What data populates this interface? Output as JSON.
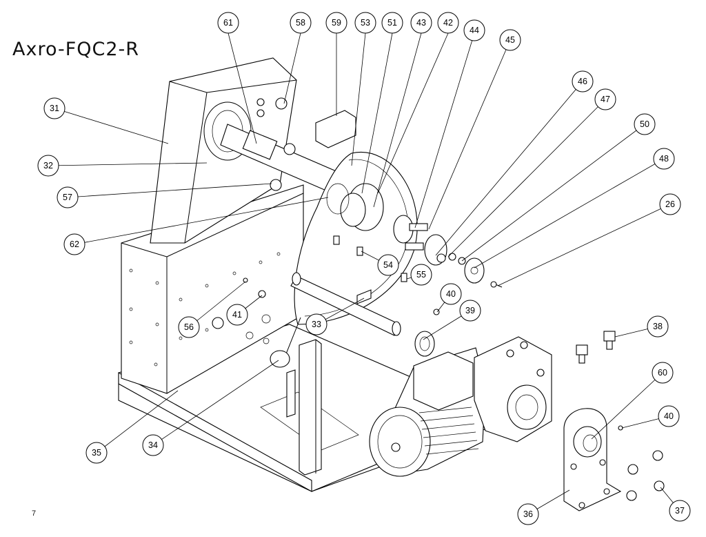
{
  "title": "Axro-FQC2-R",
  "page_number": "7",
  "callouts": [
    {
      "label": "61"
    },
    {
      "label": "58"
    },
    {
      "label": "59"
    },
    {
      "label": "53"
    },
    {
      "label": "51"
    },
    {
      "label": "43"
    },
    {
      "label": "42"
    },
    {
      "label": "44"
    },
    {
      "label": "45"
    },
    {
      "label": "46"
    },
    {
      "label": "47"
    },
    {
      "label": "50"
    },
    {
      "label": "48"
    },
    {
      "label": "26"
    },
    {
      "label": "31"
    },
    {
      "label": "32"
    },
    {
      "label": "57"
    },
    {
      "label": "62"
    },
    {
      "label": "54"
    },
    {
      "label": "55"
    },
    {
      "label": "40"
    },
    {
      "label": "39"
    },
    {
      "label": "38"
    },
    {
      "label": "60"
    },
    {
      "label": "40"
    },
    {
      "label": "56"
    },
    {
      "label": "41"
    },
    {
      "label": "33"
    },
    {
      "label": "35"
    },
    {
      "label": "34"
    },
    {
      "label": "36"
    },
    {
      "label": "37"
    }
  ]
}
